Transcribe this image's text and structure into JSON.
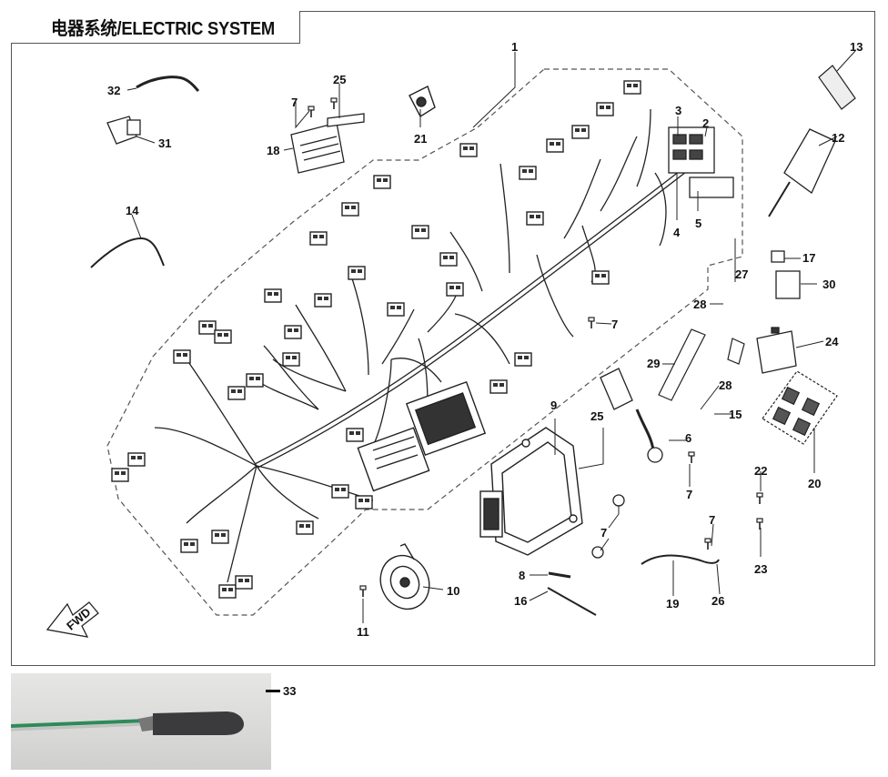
{
  "title": "电器系统/ELECTRIC SYSTEM",
  "fwd_label": "FWD",
  "callouts": [
    "1",
    "2",
    "3",
    "4",
    "5",
    "6",
    "7",
    "8",
    "9",
    "10",
    "11",
    "12",
    "13",
    "14",
    "15",
    "16",
    "17",
    "18",
    "19",
    "20",
    "21",
    "22",
    "23",
    "24",
    "25",
    "26",
    "27",
    "28",
    "29",
    "30",
    "31",
    "32",
    "33"
  ],
  "photo_callout": "33"
}
